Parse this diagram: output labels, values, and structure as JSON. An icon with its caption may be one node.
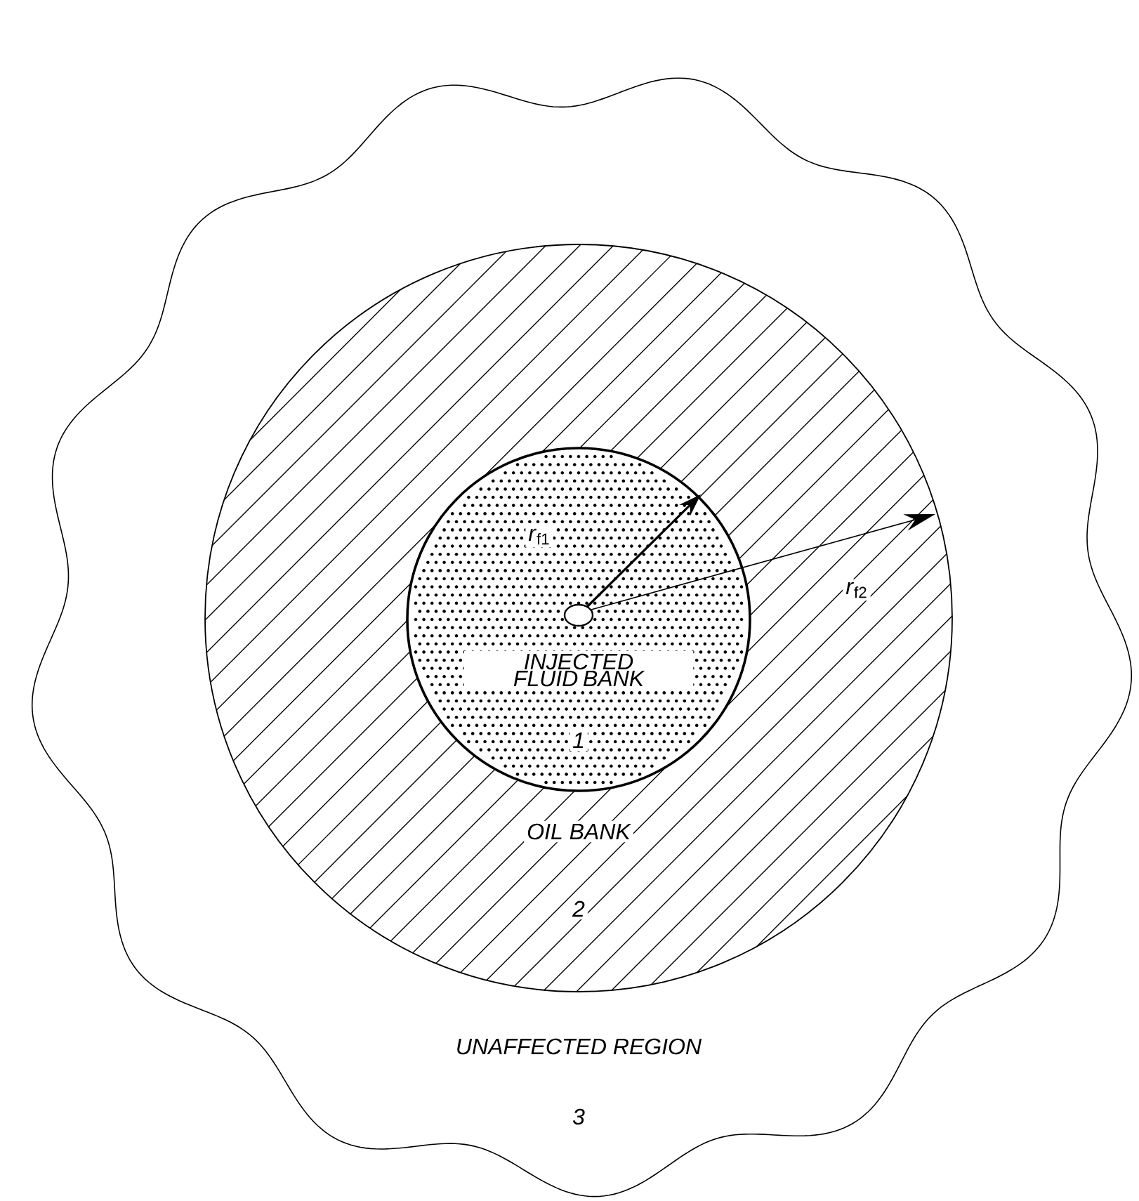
{
  "diagram": {
    "nodes": [
      {
        "text": [
          "UNAFFECTED REGION",
          "3"
        ]
      },
      {
        "text": [
          "OIL BANK",
          "2"
        ],
        "in": 0
      },
      {
        "text": [
          "INJECTED FLUID BANK",
          "1"
        ],
        "in": 1
      },
      {
        "text": [],
        "shape": "circle",
        "in": 2
      }
    ],
    "labels": [
      "*r*$_{f1}$",
      "*r*$_{f2}$"
    ]
  }
}
